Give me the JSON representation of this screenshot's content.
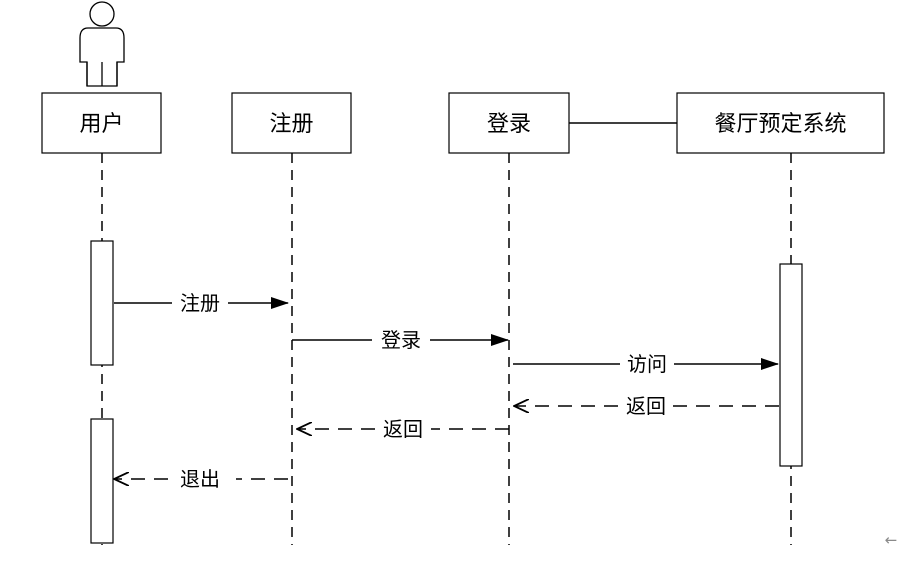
{
  "actor_icon": "stick-person-icon",
  "participants": [
    {
      "id": "user",
      "label": "用户"
    },
    {
      "id": "register",
      "label": "注册"
    },
    {
      "id": "login",
      "label": "登录"
    },
    {
      "id": "system",
      "label": "餐厅预定系统"
    }
  ],
  "messages": [
    {
      "id": "msg-register",
      "label": "注册",
      "from": "user",
      "to": "register",
      "style": "solid"
    },
    {
      "id": "msg-login",
      "label": "登录",
      "from": "register",
      "to": "login",
      "style": "solid"
    },
    {
      "id": "msg-visit",
      "label": "访问",
      "from": "login",
      "to": "system",
      "style": "solid"
    },
    {
      "id": "msg-return-1",
      "label": "返回",
      "from": "system",
      "to": "login",
      "style": "dashed"
    },
    {
      "id": "msg-return-2",
      "label": "返回",
      "from": "login",
      "to": "register",
      "style": "dashed"
    },
    {
      "id": "msg-exit",
      "label": "退出",
      "from": "register",
      "to": "user",
      "style": "dashed"
    }
  ],
  "corner_icon": "arrow-left-icon",
  "corner_glyph": "←"
}
